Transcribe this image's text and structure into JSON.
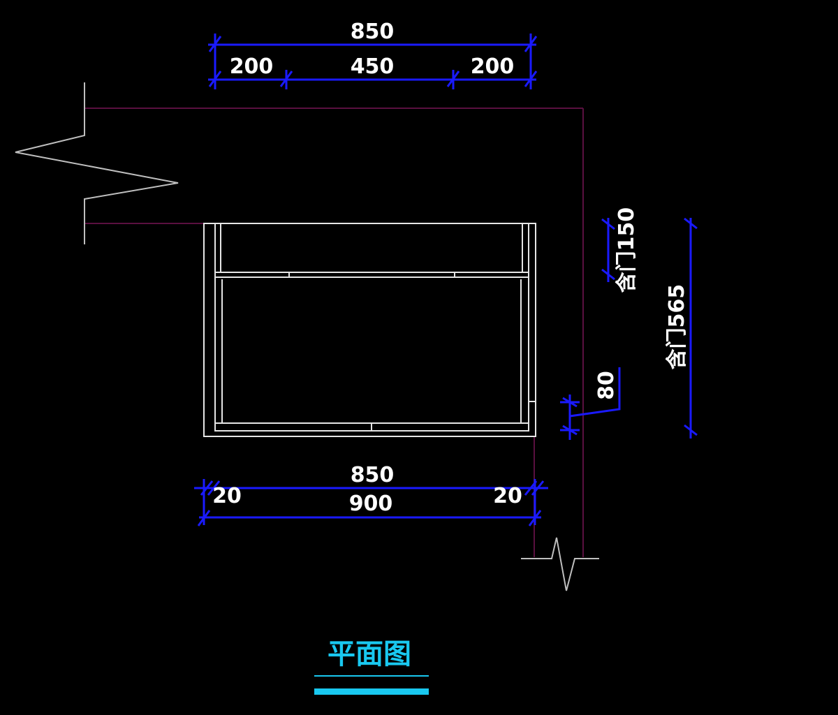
{
  "colors": {
    "background": "#000000",
    "dimension_line": "#1a1aff",
    "dimension_text": "#ffffff",
    "wall_line": "#5a1040",
    "cabinet_line": "#e6e6e6",
    "break_line": "#bfbfbf",
    "title": "#19c8f0"
  },
  "top_dimensions": {
    "overall": "850",
    "left": "200",
    "middle": "450",
    "right": "200"
  },
  "bottom_dimensions": {
    "inner": "850",
    "left_offset": "20",
    "right_offset": "20",
    "overall": "900"
  },
  "side_dimensions": {
    "door_150": "含门150",
    "door_565": "含门565",
    "gap": "80"
  },
  "title": "平面图"
}
